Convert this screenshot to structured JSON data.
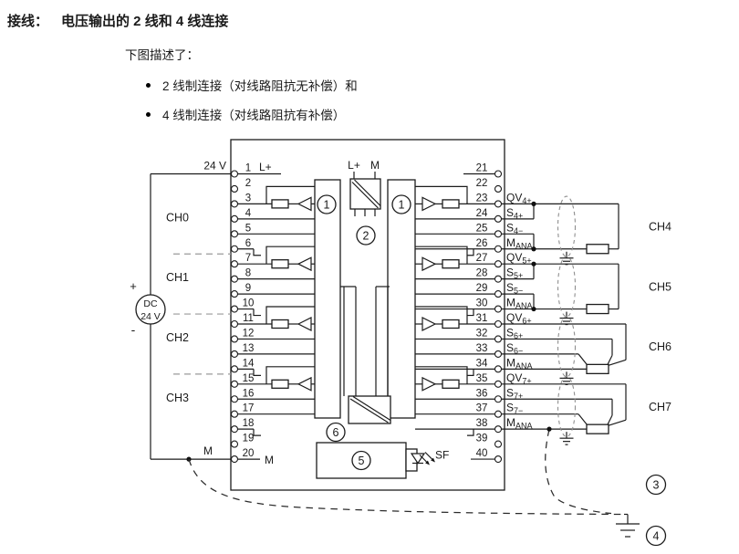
{
  "header": {
    "label": "接线：",
    "title": "电压输出的 2 线和 4 线连接",
    "intro": "下图描述了：",
    "bullets": [
      "2 线制连接（对线路阻抗无补偿）和",
      "4 线制连接（对线路阻抗有补偿）"
    ]
  },
  "diagram": {
    "supply": {
      "voltage_label": "24 V",
      "plus": "+",
      "minus": "-",
      "source_line1": "DC",
      "source_line2": "24 V",
      "m_label": "M"
    },
    "module": {
      "lplus_label": "L+",
      "m_label": "M",
      "psu": {
        "lplus": "L+",
        "m": "M"
      },
      "sf_label": "SF"
    },
    "callouts": {
      "c1": "1",
      "c2": "2",
      "c3": "3",
      "c4": "4",
      "c5": "5",
      "c6": "6"
    },
    "terminals": {
      "left": [
        "1",
        "2",
        "3",
        "4",
        "5",
        "6",
        "7",
        "8",
        "9",
        "10",
        "11",
        "12",
        "13",
        "14",
        "15",
        "16",
        "17",
        "18",
        "19",
        "20"
      ],
      "right": [
        "21",
        "22",
        "23",
        "24",
        "25",
        "26",
        "27",
        "28",
        "29",
        "30",
        "31",
        "32",
        "33",
        "34",
        "35",
        "36",
        "37",
        "38",
        "39",
        "40"
      ]
    },
    "left_channels": [
      "CH0",
      "CH1",
      "CH2",
      "CH3"
    ],
    "right_channels": [
      "CH4",
      "CH5",
      "CH6",
      "CH7"
    ],
    "right_labels": [
      {
        "main": "QV",
        "sub": "4+"
      },
      {
        "main": "S",
        "sub": "4+"
      },
      {
        "main": "S",
        "sub": "4−"
      },
      {
        "main": "M",
        "sub": "ANA"
      },
      {
        "main": "QV",
        "sub": "5+"
      },
      {
        "main": "S",
        "sub": "5+"
      },
      {
        "main": "S",
        "sub": "5−"
      },
      {
        "main": "M",
        "sub": "ANA"
      },
      {
        "main": "QV",
        "sub": "6+"
      },
      {
        "main": "S",
        "sub": "6+"
      },
      {
        "main": "S",
        "sub": "6−"
      },
      {
        "main": "M",
        "sub": "ANA"
      },
      {
        "main": "QV",
        "sub": "7+"
      },
      {
        "main": "S",
        "sub": "7+"
      },
      {
        "main": "S",
        "sub": "7−"
      },
      {
        "main": "M",
        "sub": "ANA"
      }
    ]
  }
}
